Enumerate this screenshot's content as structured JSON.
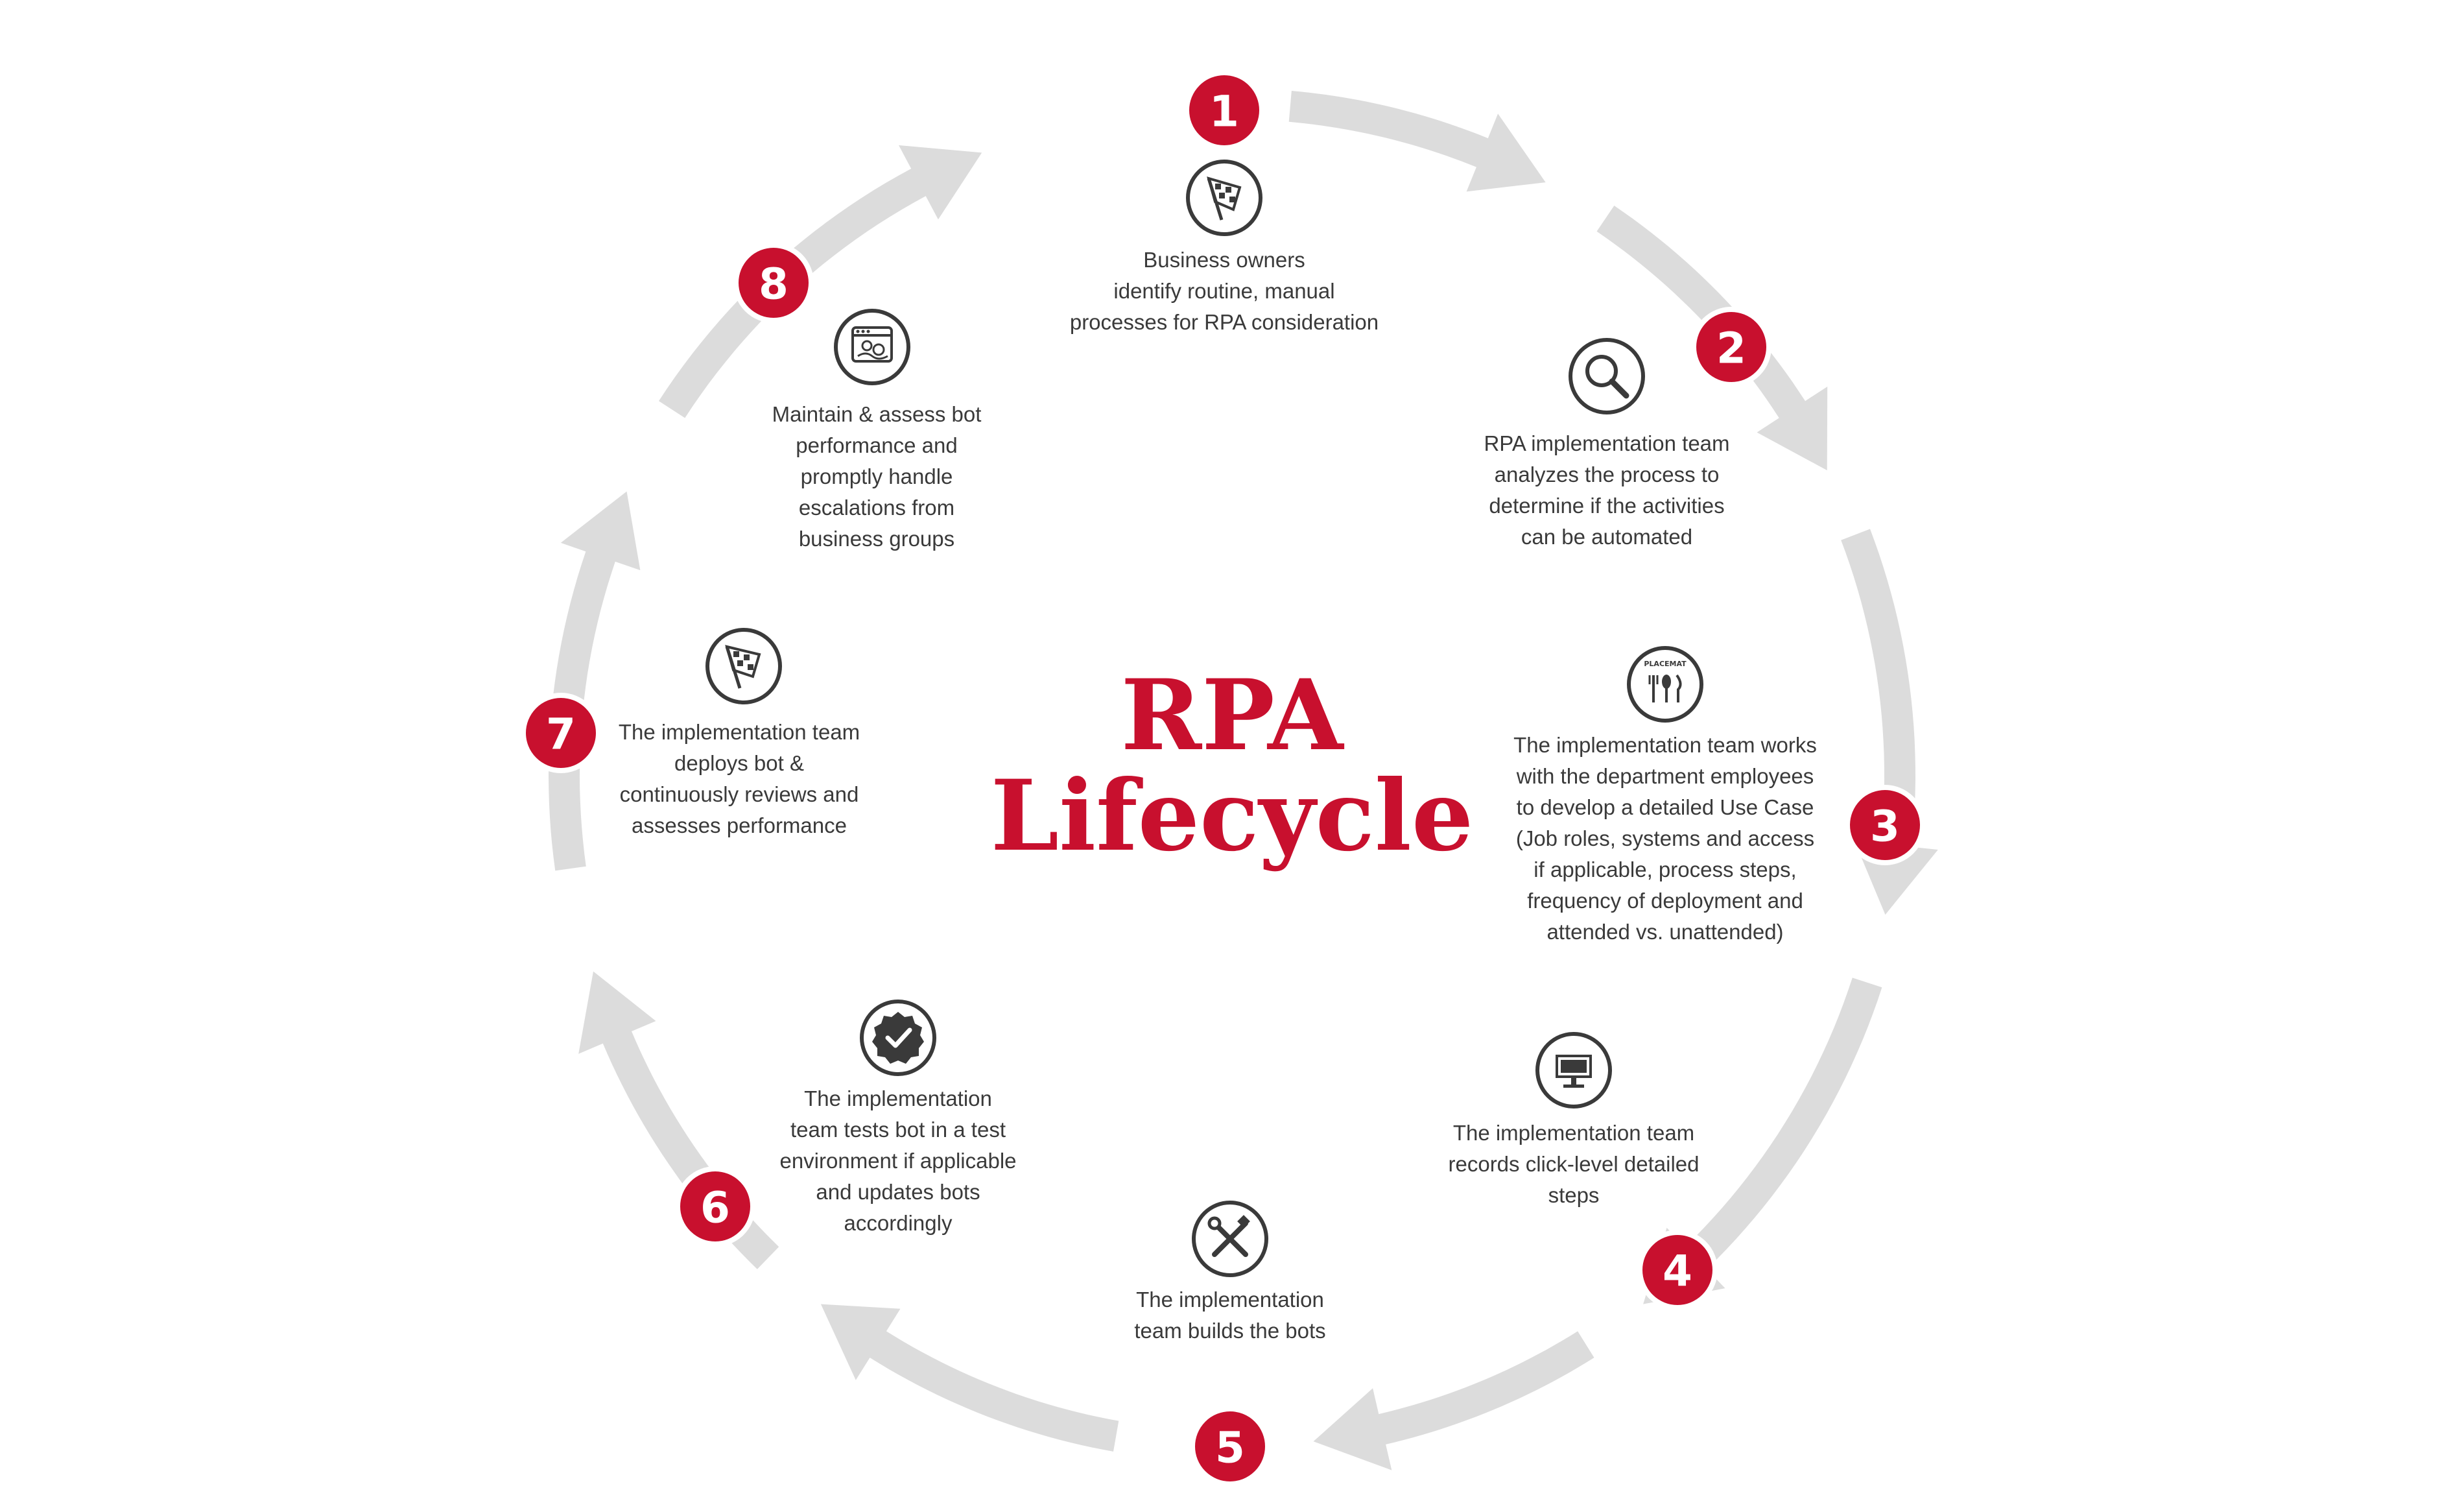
{
  "title": {
    "line1": "RPA",
    "line2": "Lifecycle"
  },
  "colors": {
    "accent": "#c8102e",
    "arrow": "#dcdcdc",
    "icon": "#3a3a3a"
  },
  "steps": [
    {
      "number": "1",
      "icon": "checkered-flag-icon",
      "lines": [
        "Business owners",
        "identify routine, manual",
        "processes for RPA consideration"
      ]
    },
    {
      "number": "2",
      "icon": "magnifier-icon",
      "lines": [
        "RPA implementation team",
        "analyzes the process to",
        "determine if the activities",
        "can be automated"
      ]
    },
    {
      "number": "3",
      "icon": "placemat-icon",
      "icon_label": "PLACEMAT",
      "lines": [
        "The implementation team works",
        "with the department employees",
        "to develop a detailed Use Case",
        "(Job roles, systems and access",
        "if applicable, process steps,",
        "frequency of deployment and",
        "attended vs. unattended)"
      ]
    },
    {
      "number": "4",
      "icon": "monitor-icon",
      "lines": [
        "The implementation team",
        "records click-level detailed",
        "steps"
      ]
    },
    {
      "number": "5",
      "icon": "tools-icon",
      "lines": [
        "The implementation",
        "team builds the bots"
      ]
    },
    {
      "number": "6",
      "icon": "verified-badge-icon",
      "lines": [
        "The implementation",
        "team tests bot in a test",
        "environment if applicable",
        "and updates bots",
        "accordingly"
      ]
    },
    {
      "number": "7",
      "icon": "race-flag-icon",
      "lines": [
        "The implementation team",
        "deploys bot &",
        "continuously reviews and",
        "assesses performance"
      ]
    },
    {
      "number": "8",
      "icon": "bot-maintenance-icon",
      "lines": [
        "Maintain & assess bot",
        "performance and",
        "promptly handle",
        "escalations from",
        "business groups"
      ]
    }
  ]
}
